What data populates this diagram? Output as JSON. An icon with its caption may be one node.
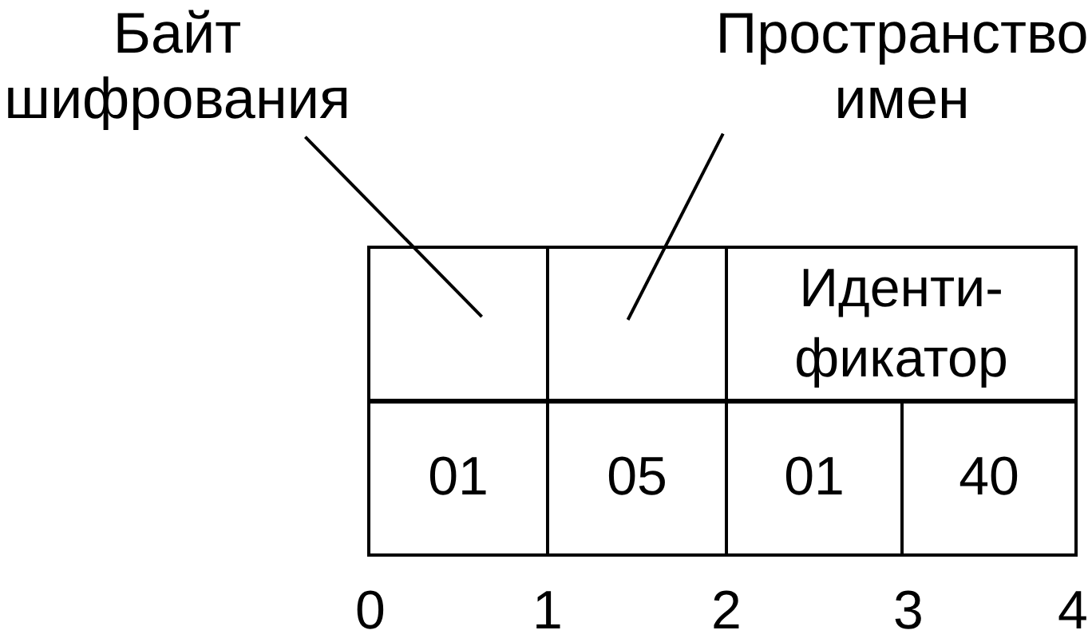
{
  "diagram": {
    "nodes": [
      {
        "text": [
          "Байт шифрования"
        ]
      },
      {
        "text": [
          "Пространство имен"
        ]
      },
      {
        "text": [],
        "shape": "box"
      },
      {
        "text": [],
        "shape": "box"
      },
      {
        "text": [
          "Иденти- фикатор"
        ]
      },
      {
        "text": [
          "01"
        ]
      },
      {
        "text": [
          "05"
        ]
      },
      {
        "text": [
          "01"
        ]
      },
      {
        "text": [
          "40"
        ]
      }
    ],
    "edges": [
      {
        "from": 0,
        "to": 2,
        "arrow": "none"
      },
      {
        "from": 1,
        "to": 3,
        "arrow": "none"
      }
    ],
    "labels": [
      "0",
      "1",
      "2",
      "3",
      "4"
    ]
  }
}
